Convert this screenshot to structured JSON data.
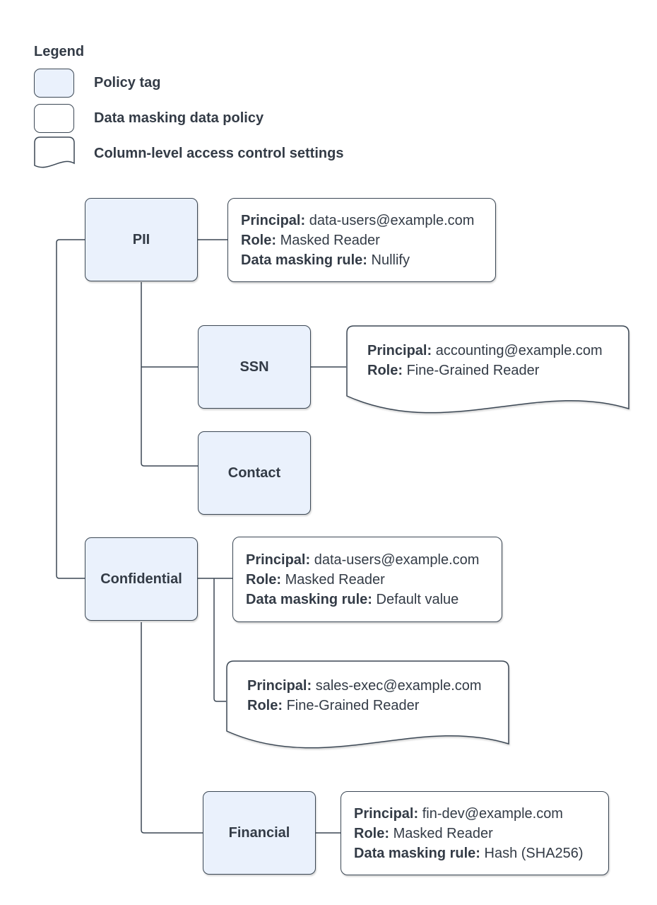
{
  "colors": {
    "node_fill": "#eaf1fc",
    "stroke": "#3b4754",
    "text": "#333b46",
    "policy_fill": "#ffffff",
    "background": "#ffffff"
  },
  "legend": {
    "title": "Legend",
    "items": [
      {
        "swatch": "policy-tag-swatch",
        "label": "Policy tag"
      },
      {
        "swatch": "data-policy-swatch",
        "label": "Data masking data policy"
      },
      {
        "swatch": "access-control-swatch",
        "label": "Column-level access control settings"
      }
    ]
  },
  "labels": {
    "principal": "Principal:",
    "role": "Role:",
    "masking_rule": "Data masking rule:"
  },
  "nodes": {
    "pii": "PII",
    "ssn": "SSN",
    "contact": "Contact",
    "confidential": "Confidential",
    "financial": "Financial"
  },
  "policies": {
    "pii": {
      "principal": "data-users@example.com",
      "role": "Masked Reader",
      "rule": "Nullify"
    },
    "ssn": {
      "principal": "accounting@example.com",
      "role": "Fine-Grained Reader"
    },
    "confidential": {
      "principal": "data-users@example.com",
      "role": "Masked Reader",
      "rule": "Default value"
    },
    "sales_exec": {
      "principal": "sales-exec@example.com",
      "role": "Fine-Grained Reader"
    },
    "financial": {
      "principal": "fin-dev@example.com",
      "role": "Masked Reader",
      "rule": "Hash (SHA256)"
    }
  }
}
